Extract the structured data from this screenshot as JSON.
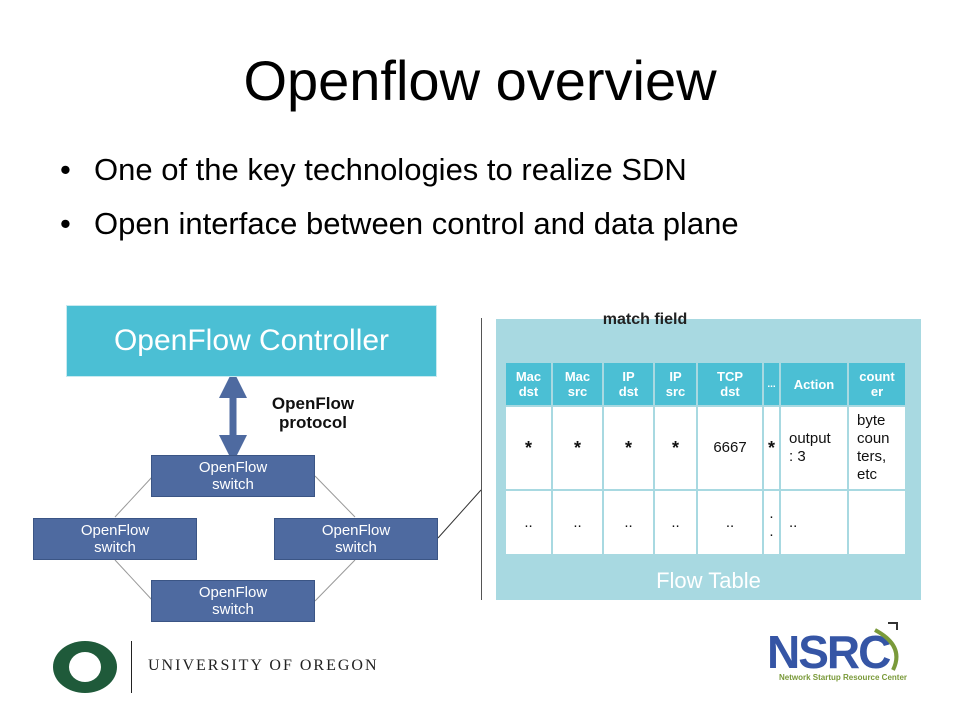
{
  "slide": {
    "title": "Openflow overview",
    "bullets": [
      "One of the key technologies to realize SDN",
      "Open interface between control and data plane"
    ]
  },
  "diagram": {
    "controller": "OpenFlow Controller",
    "protocol_label": [
      "OpenFlow",
      "protocol"
    ],
    "switches": [
      {
        "line1": "OpenFlow",
        "line2": "switch"
      },
      {
        "line1": "OpenFlow",
        "line2": "switch"
      },
      {
        "line1": "OpenFlow",
        "line2": "switch"
      },
      {
        "line1": "OpenFlow",
        "line2": "switch"
      }
    ]
  },
  "flow_table": {
    "match_label": "match field",
    "headers": [
      [
        "Mac",
        "dst"
      ],
      [
        "Mac",
        "src"
      ],
      [
        "IP",
        "dst"
      ],
      [
        "IP",
        "src"
      ],
      [
        "TCP",
        "dst"
      ],
      [
        "..."
      ],
      [
        "Action"
      ],
      [
        "count",
        "er"
      ]
    ],
    "row1": [
      "*",
      "*",
      "*",
      "*",
      "6667",
      "*",
      [
        "output",
        ": 3"
      ],
      [
        "byte",
        "coun",
        "ters,",
        "etc"
      ]
    ],
    "row2": [
      "..",
      "..",
      "..",
      "..",
      "..",
      [
        ".",
        "."
      ],
      "..",
      ""
    ],
    "label": "Flow Table"
  },
  "footer": {
    "university": "UNIVERSITY OF OREGON",
    "nsrc": "NSRC",
    "nsrc_tagline": "Network Startup Resource Center"
  },
  "colors": {
    "controller": "#4bbfd4",
    "switch": "#4e6aa0",
    "arrow": "#4e6aa0",
    "panel": "#a8d9e1",
    "header": "#4bbfd4",
    "uo_green": "#1f5a3a",
    "uo_yellow": "#f2d000",
    "nsrc_blue": "#3555a5",
    "nsrc_green": "#7a9a3a"
  }
}
